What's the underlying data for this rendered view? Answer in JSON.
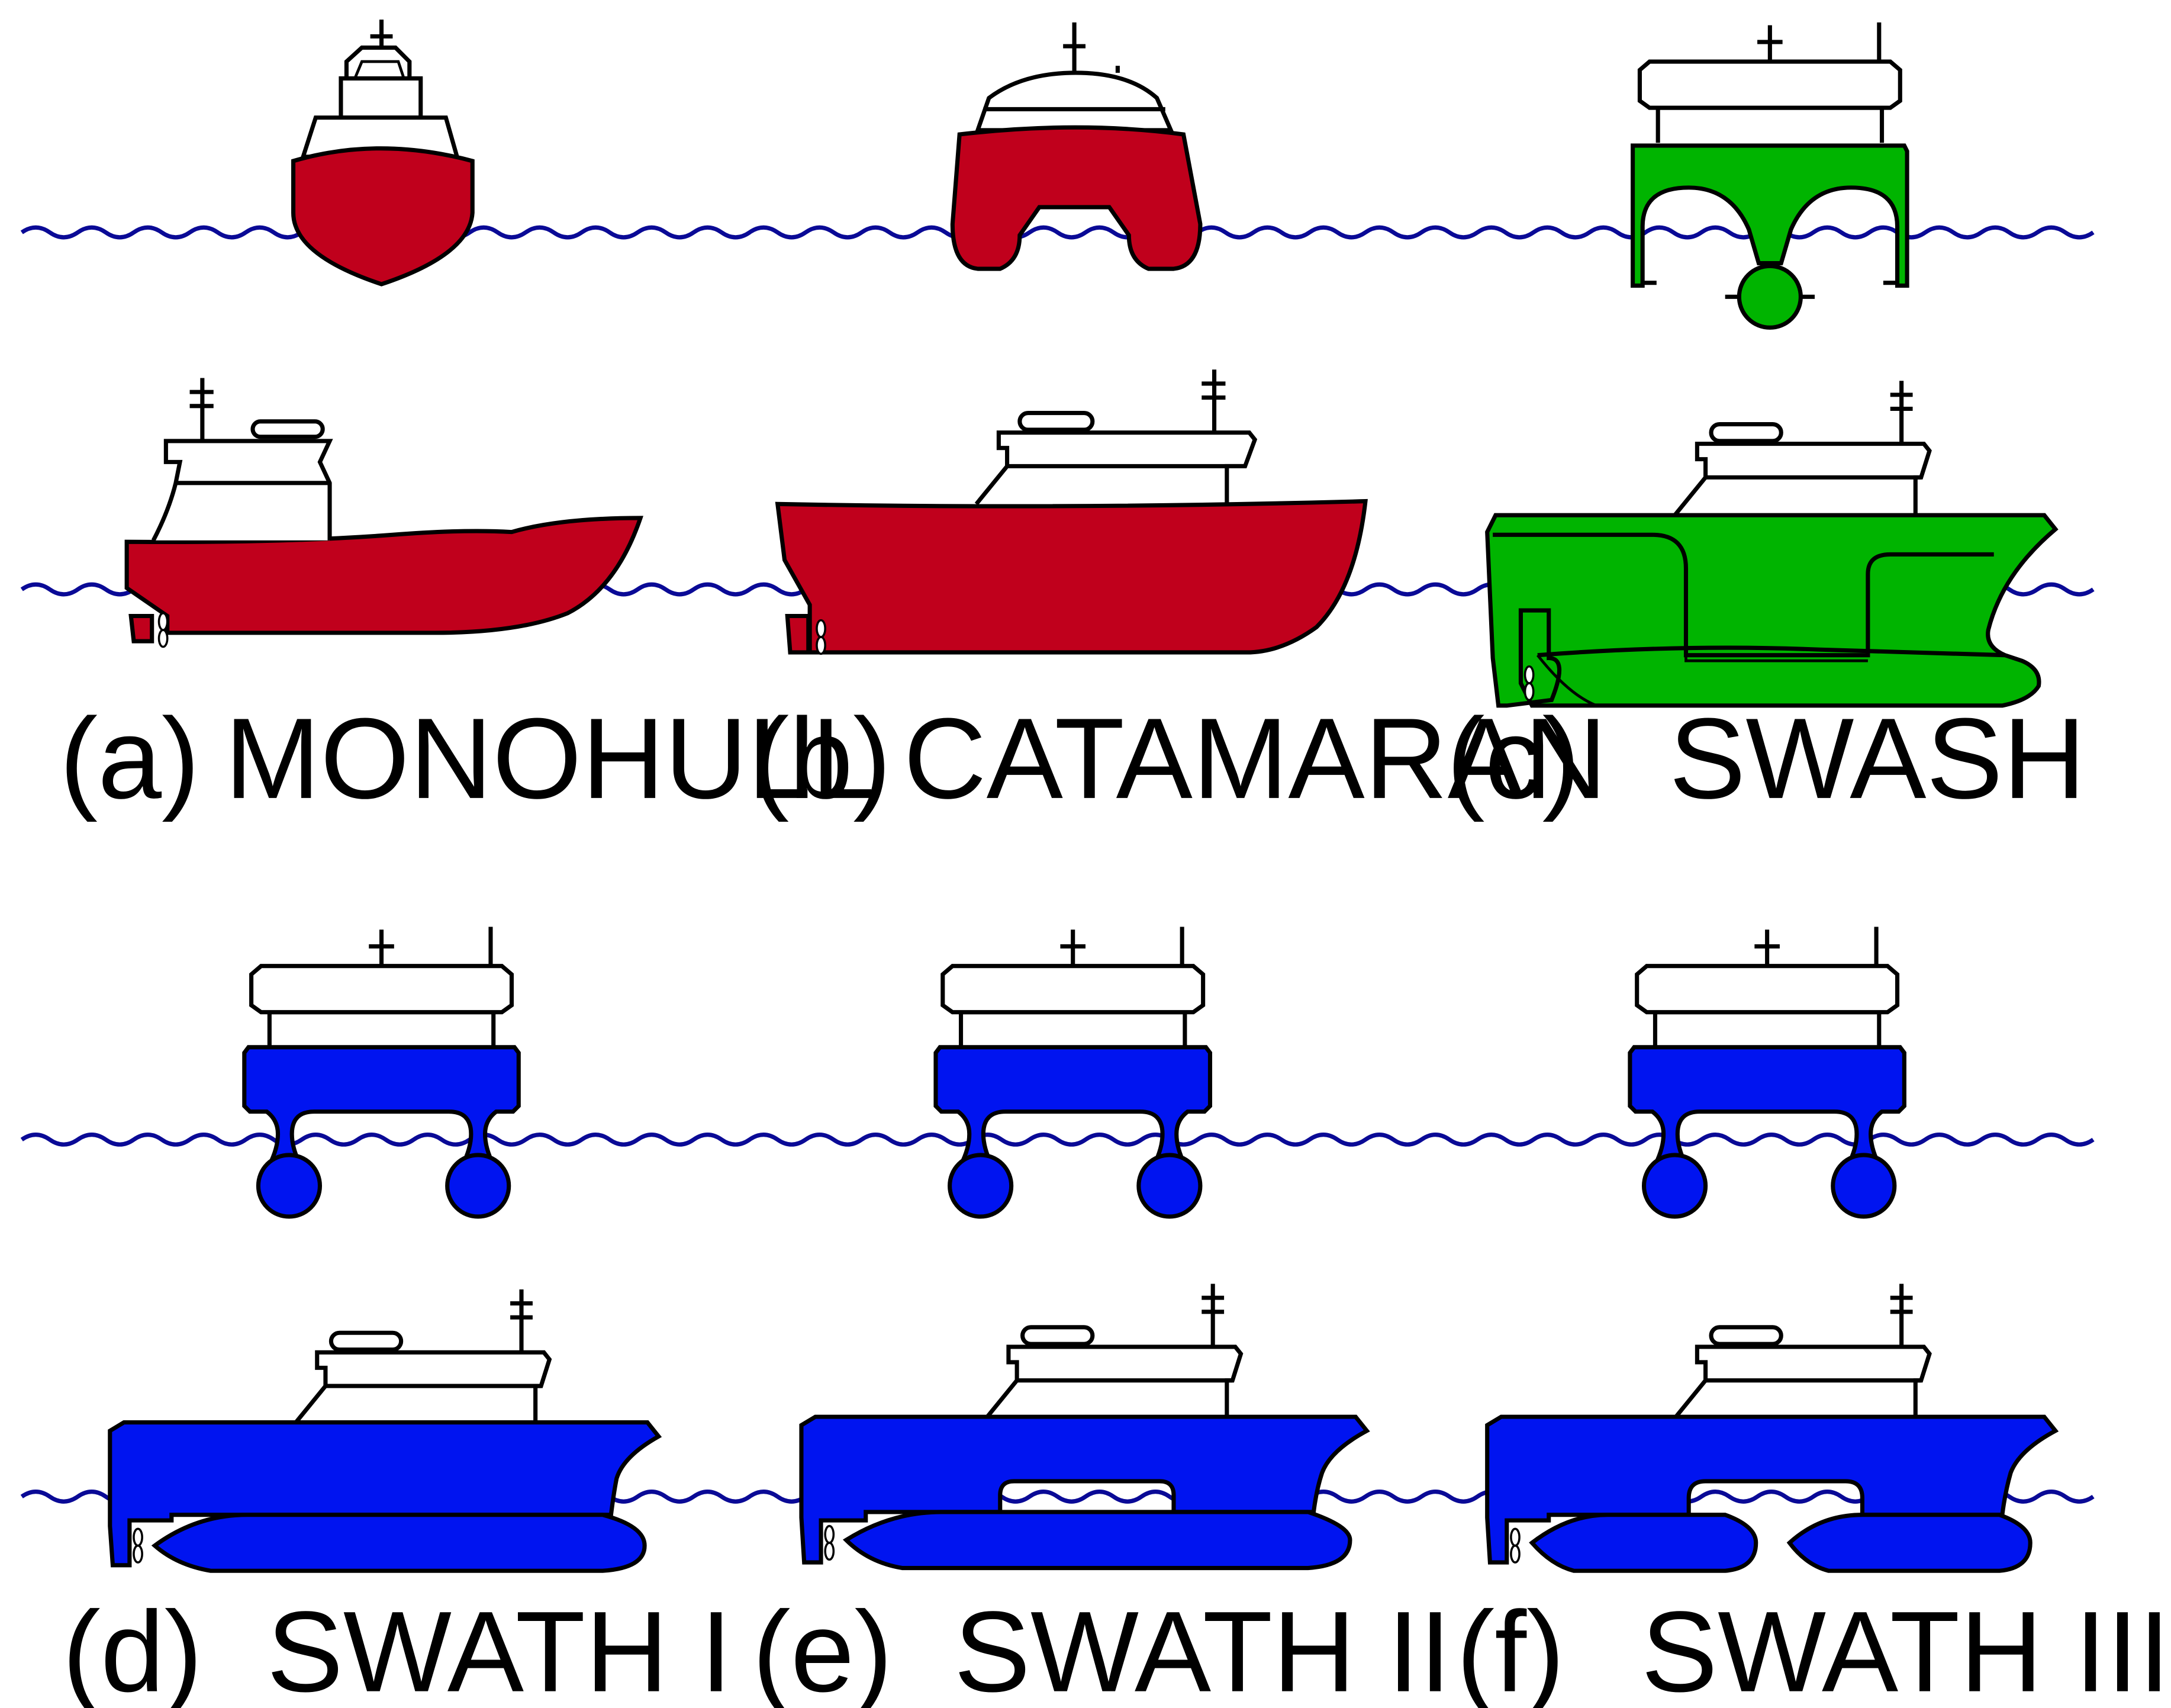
{
  "colors": {
    "monohull_hull": "#c0001c",
    "catamaran_hull": "#c0001c",
    "swash_hull": "#00b400",
    "swath_hull": "#0014f0",
    "superstructure": "#ffffff",
    "outline": "#000000",
    "water": "#0a0a96"
  },
  "panels": [
    {
      "letter": "(a)",
      "name": "MONOHULL"
    },
    {
      "letter": "(b)",
      "name": "CATAMARAN"
    },
    {
      "letter": "(c)",
      "name": "SWASH"
    },
    {
      "letter": "(d)",
      "name": "SWATH I"
    },
    {
      "letter": "(e)",
      "name": "SWATH II"
    },
    {
      "letter": "(f)",
      "name": "SWATH III"
    }
  ]
}
